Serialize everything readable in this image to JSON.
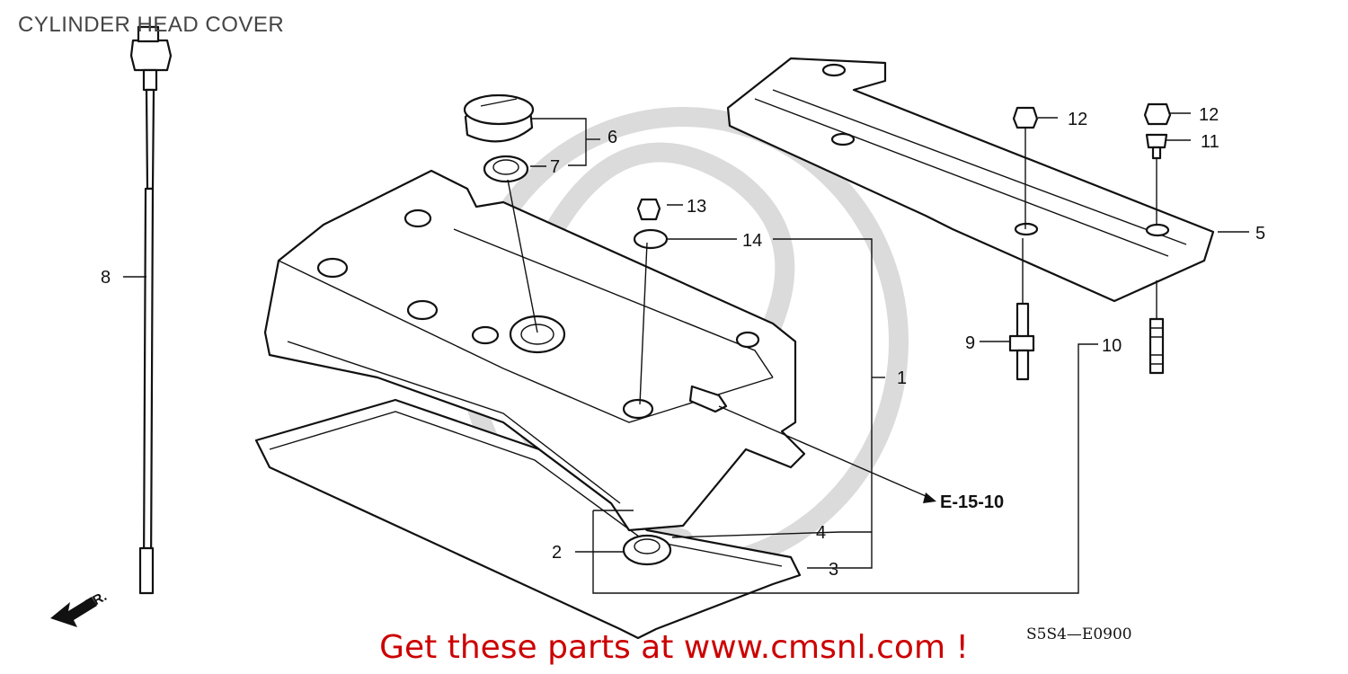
{
  "title": "CYLINDER HEAD COVER",
  "promo": "Get these parts at www.cmsnl.com !",
  "diagram_code": "S5S4—E0900",
  "reference": "E-15-10",
  "direction": "FR.",
  "callouts": {
    "c1": "1",
    "c2": "2",
    "c3": "3",
    "c4": "4",
    "c5": "5",
    "c6": "6",
    "c7": "7",
    "c8": "8",
    "c9": "9",
    "c10": "10",
    "c11": "11",
    "c12a": "12",
    "c12b": "12",
    "c13": "13",
    "c14": "14"
  }
}
